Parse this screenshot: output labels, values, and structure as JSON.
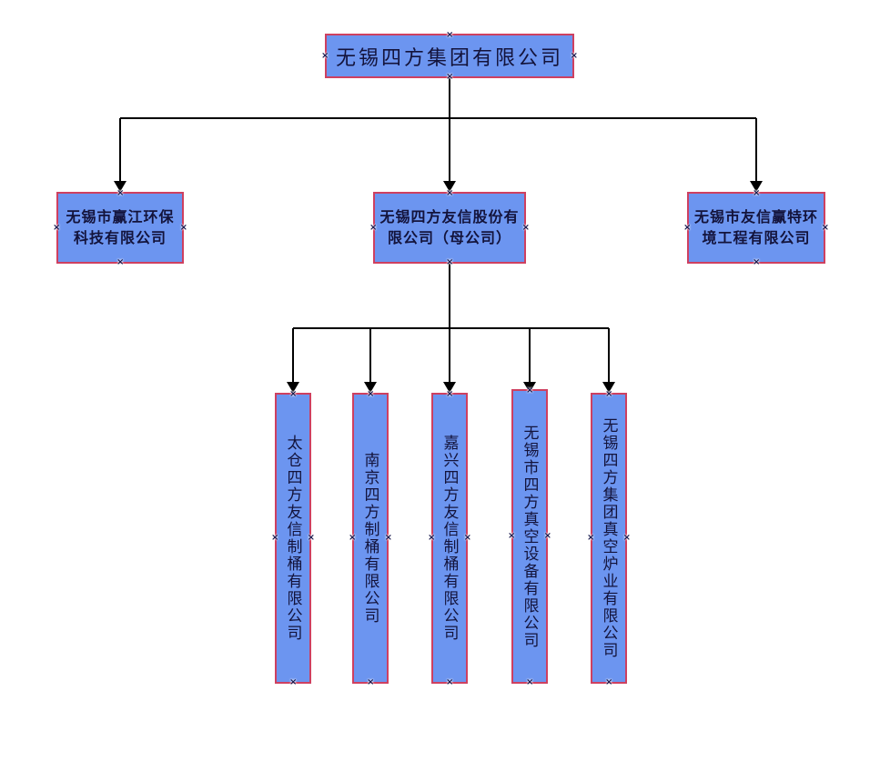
{
  "ui": {
    "handle_glyph": "×"
  },
  "colors": {
    "background": "#FFFFFF",
    "node_fill": "#6C95F0",
    "node_border": "#CE4060",
    "node_text": "#13133B",
    "connector": "#000000"
  },
  "org_chart": {
    "root": {
      "label": "无锡四方集团有限公司"
    },
    "level2": [
      {
        "label": "无锡市赢江环保\n科技有限公司"
      },
      {
        "label": "无锡四方友信股份有\n限公司（母公司）"
      },
      {
        "label": "无锡市友信赢特环\n境工程有限公司"
      }
    ],
    "level3": [
      {
        "label": "太仓四方友信制桶有限公司"
      },
      {
        "label": "南京四方制桶有限公司"
      },
      {
        "label": "嘉兴四方友信制桶有限公司"
      },
      {
        "label": "无锡市四方真空设备有限公司"
      },
      {
        "label": "无锡四方集团真空炉业有限公司"
      }
    ]
  }
}
